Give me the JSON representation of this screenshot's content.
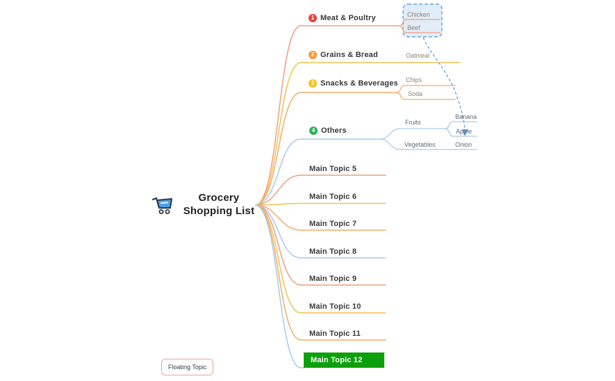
{
  "root": {
    "label": "Grocery Shopping List",
    "icon": "shopping-cart"
  },
  "topics": [
    {
      "label": "Meat & Poultry",
      "badge": "1",
      "badge_color": "#E8443E",
      "branch_color": "#F29C7F",
      "children": [
        {
          "label": "Chicken"
        },
        {
          "label": "Beef"
        }
      ]
    },
    {
      "label": "Grains & Bread",
      "badge": "2",
      "badge_color": "#F59A31",
      "branch_color": "#EFC24F",
      "children": [
        {
          "label": "Oatmeal"
        }
      ]
    },
    {
      "label": "Snacks & Beverages",
      "badge": "3",
      "badge_color": "#F3C11E",
      "branch_color": "#F3AB63",
      "children": [
        {
          "label": "Chips"
        },
        {
          "label": "Soda"
        }
      ]
    },
    {
      "label": "Others",
      "badge": "4",
      "badge_color": "#2FAE5F",
      "branch_color": "#A9C9E9",
      "children": [
        {
          "label": "Fruits",
          "children": [
            {
              "label": "Banana"
            },
            {
              "label": "Apple"
            }
          ]
        },
        {
          "label": "Vegetables",
          "children": [
            {
              "label": "Onion"
            }
          ]
        }
      ]
    },
    {
      "label": "Main Topic 5",
      "branch_color": "#F29C7F"
    },
    {
      "label": "Main Topic 6",
      "branch_color": "#EFC24F"
    },
    {
      "label": "Main Topic 7",
      "branch_color": "#F3AB63"
    },
    {
      "label": "Main Topic 8",
      "branch_color": "#A9C9E9"
    },
    {
      "label": "Main Topic 9",
      "branch_color": "#F29C7F"
    },
    {
      "label": "Main Topic 10",
      "branch_color": "#EFC24F"
    },
    {
      "label": "Main Topic 11",
      "branch_color": "#F3AB63"
    },
    {
      "label": "Main Topic 12",
      "branch_color": "#A9C9E9",
      "fill_color": "#0DA00D",
      "text_color": "#FFFFFF"
    }
  ],
  "floating_topic": {
    "label": "Floating Topic",
    "border_color": "#F0A38C"
  },
  "selection_box": {
    "style": "dashed",
    "color": "#5EA4DC",
    "fill": "#BCD7EF",
    "encloses": [
      "Chicken",
      "Beef"
    ]
  },
  "relationship": {
    "style": "dashed-arrow",
    "color": "#5EA4DC",
    "from": "Beef",
    "to": "Apple"
  },
  "palette": {
    "branch_salmon": "#F29C7F",
    "branch_yellow": "#EFC24F",
    "branch_orange": "#F3AB63",
    "branch_blue": "#A9C9E9",
    "highlight_green": "#0DA00D",
    "selection_blue": "#5EA4DC",
    "main_text": "#383838",
    "sub_text_warm": "#8C8274",
    "sub_text_cool": "#5D6B77"
  }
}
